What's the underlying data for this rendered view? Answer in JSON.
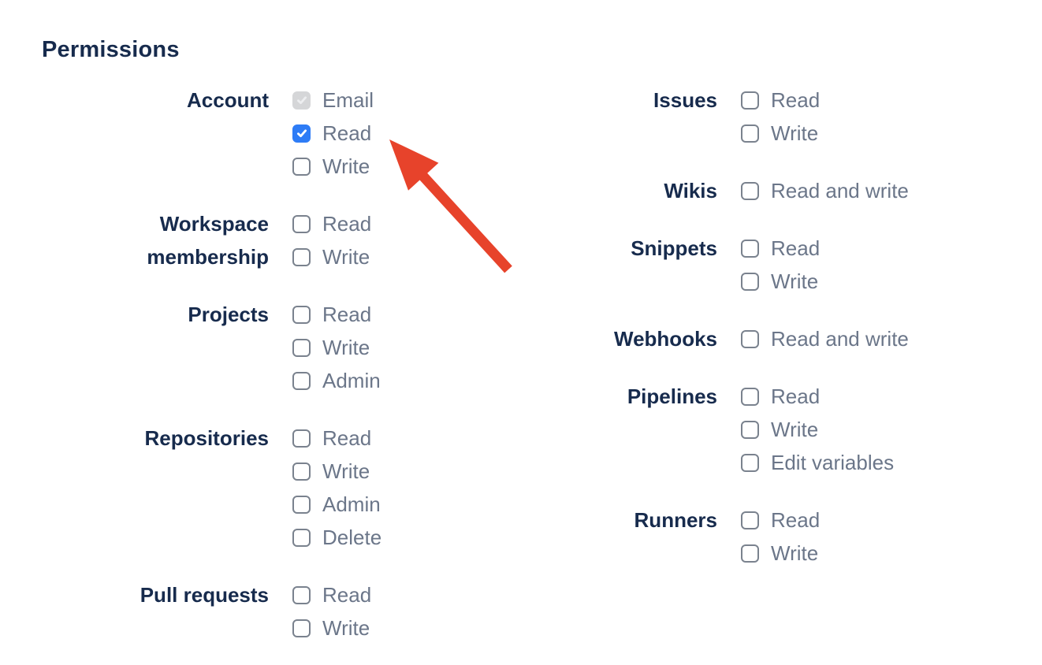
{
  "title": "Permissions",
  "colors": {
    "heading_text": "#172B4D",
    "group_label_text": "#172B4D",
    "option_label_text": "#6B7689",
    "checkbox_border": "#7A828E",
    "checkbox_checked_bg": "#2E7CF6",
    "checkbox_checked_mark": "#FFFFFF",
    "checkbox_disabled_bg": "#D5D6D8",
    "checkbox_disabled_mark": "#EDEEF0",
    "arrow": "#E7432B"
  },
  "columns": [
    {
      "groups": [
        {
          "label": "Account",
          "options": [
            {
              "label": "Email",
              "state": "checked-disabled"
            },
            {
              "label": "Read",
              "state": "checked"
            },
            {
              "label": "Write",
              "state": "unchecked"
            }
          ]
        },
        {
          "label": "Workspace membership",
          "options": [
            {
              "label": "Read",
              "state": "unchecked"
            },
            {
              "label": "Write",
              "state": "unchecked"
            }
          ]
        },
        {
          "label": "Projects",
          "options": [
            {
              "label": "Read",
              "state": "unchecked"
            },
            {
              "label": "Write",
              "state": "unchecked"
            },
            {
              "label": "Admin",
              "state": "unchecked"
            }
          ]
        },
        {
          "label": "Repositories",
          "options": [
            {
              "label": "Read",
              "state": "unchecked"
            },
            {
              "label": "Write",
              "state": "unchecked"
            },
            {
              "label": "Admin",
              "state": "unchecked"
            },
            {
              "label": "Delete",
              "state": "unchecked"
            }
          ]
        },
        {
          "label": "Pull requests",
          "options": [
            {
              "label": "Read",
              "state": "unchecked"
            },
            {
              "label": "Write",
              "state": "unchecked"
            }
          ]
        }
      ]
    },
    {
      "groups": [
        {
          "label": "Issues",
          "options": [
            {
              "label": "Read",
              "state": "unchecked"
            },
            {
              "label": "Write",
              "state": "unchecked"
            }
          ]
        },
        {
          "label": "Wikis",
          "options": [
            {
              "label": "Read and write",
              "state": "unchecked"
            }
          ]
        },
        {
          "label": "Snippets",
          "options": [
            {
              "label": "Read",
              "state": "unchecked"
            },
            {
              "label": "Write",
              "state": "unchecked"
            }
          ]
        },
        {
          "label": "Webhooks",
          "options": [
            {
              "label": "Read and write",
              "state": "unchecked"
            }
          ]
        },
        {
          "label": "Pipelines",
          "options": [
            {
              "label": "Read",
              "state": "unchecked"
            },
            {
              "label": "Write",
              "state": "unchecked"
            },
            {
              "label": "Edit variables",
              "state": "unchecked"
            }
          ]
        },
        {
          "label": "Runners",
          "options": [
            {
              "label": "Read",
              "state": "unchecked"
            },
            {
              "label": "Write",
              "state": "unchecked"
            }
          ]
        }
      ]
    }
  ],
  "annotation": {
    "shape": "arrow",
    "points_at": "account-read-checkbox"
  }
}
